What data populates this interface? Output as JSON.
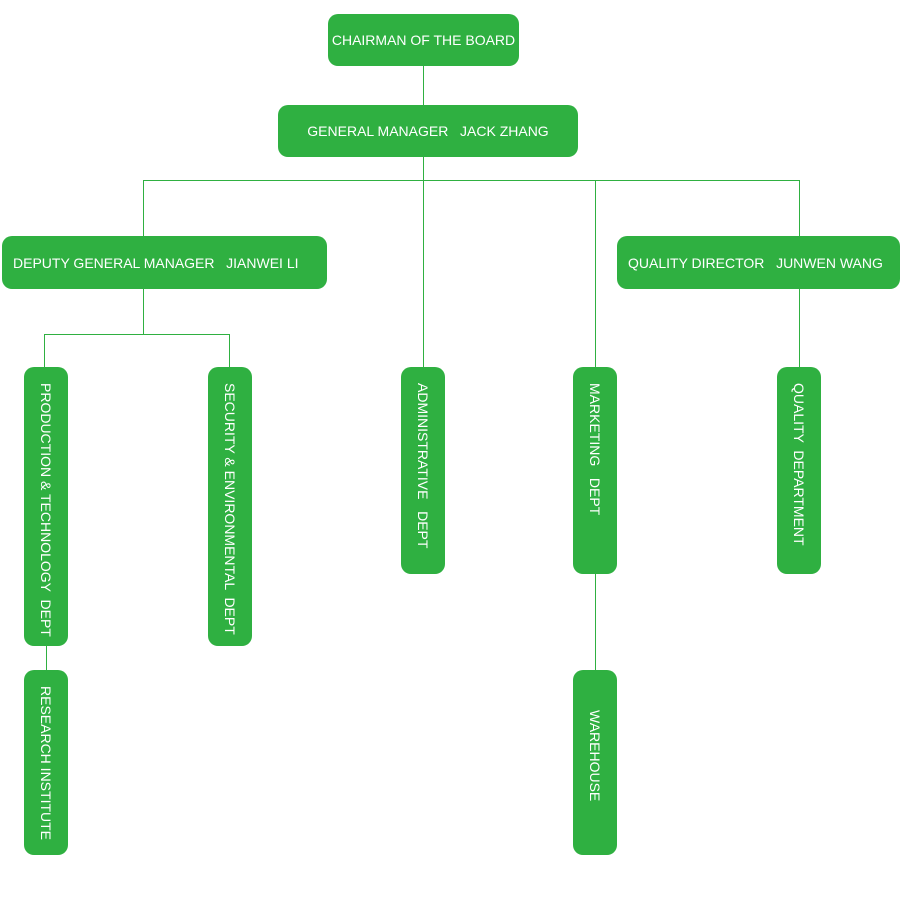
{
  "nodes": {
    "chairman": "CHAIRMAN OF THE BOARD",
    "general_manager": "GENERAL MANAGER   JACK ZHANG",
    "deputy_gm": "DEPUTY GENERAL MANAGER   JIANWEI LI",
    "quality_director": "QUALITY DIRECTOR   JUNWEN WANG",
    "production_tech": "PRODUCTION & TECHNOLOGY  DEPT",
    "security_env": "SECURITY & ENVIRONMENTAL  DEPT",
    "administrative": "ADMINISTRATIVE   DEPT",
    "marketing": "MARKETING   DEPT",
    "quality_dept": "QUALITY  DEPARTMENT",
    "research": "RESEARCH INSTITUTE",
    "warehouse": "WAREHOUSE"
  },
  "colors": {
    "node_fill": "#2fb041",
    "connector": "#2fb041",
    "text": "#ffffff"
  }
}
